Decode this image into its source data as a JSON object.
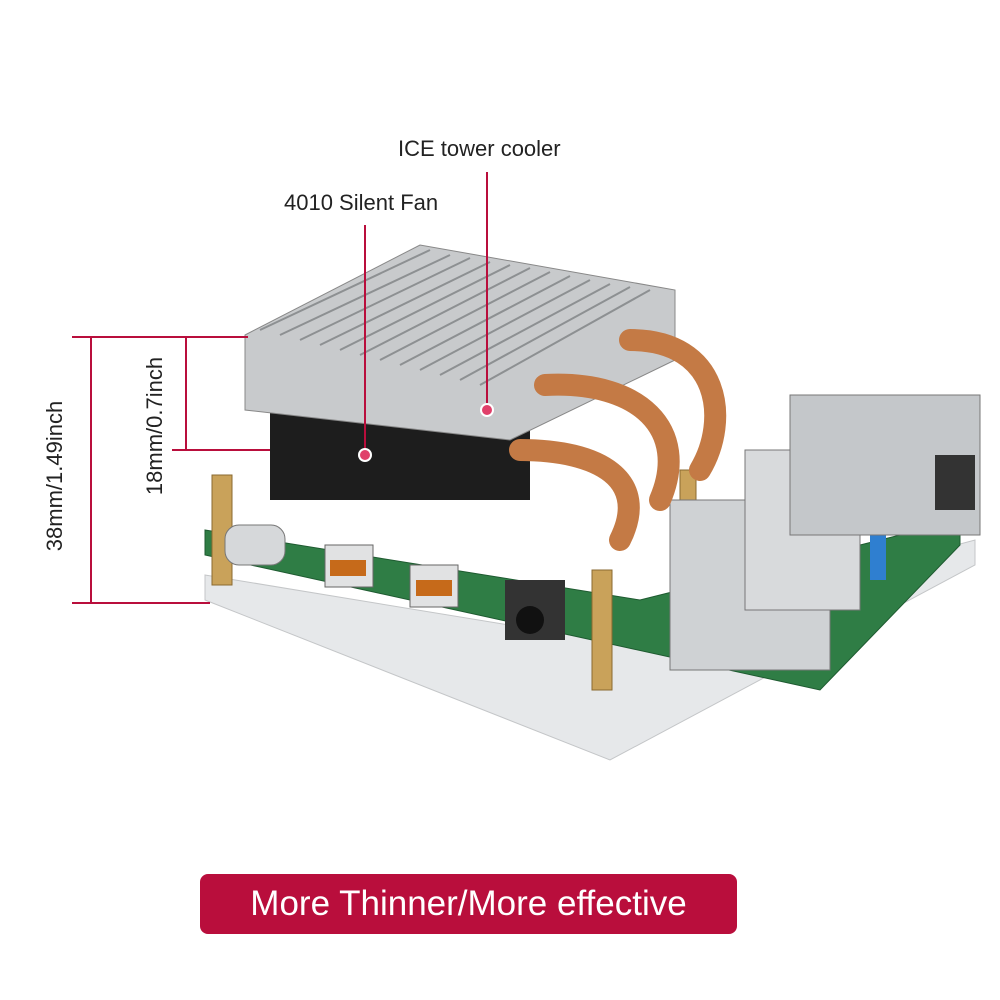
{
  "callouts": {
    "cooler": "ICE tower cooler",
    "fan": "4010 Silent Fan"
  },
  "dimensions": {
    "total_height": "38mm/1.49inch",
    "cooler_height": "18mm/0.7inch"
  },
  "banner": {
    "text": "More Thinner/More effective"
  },
  "colors": {
    "accent": "#b90e3c",
    "pcb": "#2f7d45",
    "copper": "#c47a45",
    "heatsink": "#c8cacc"
  }
}
